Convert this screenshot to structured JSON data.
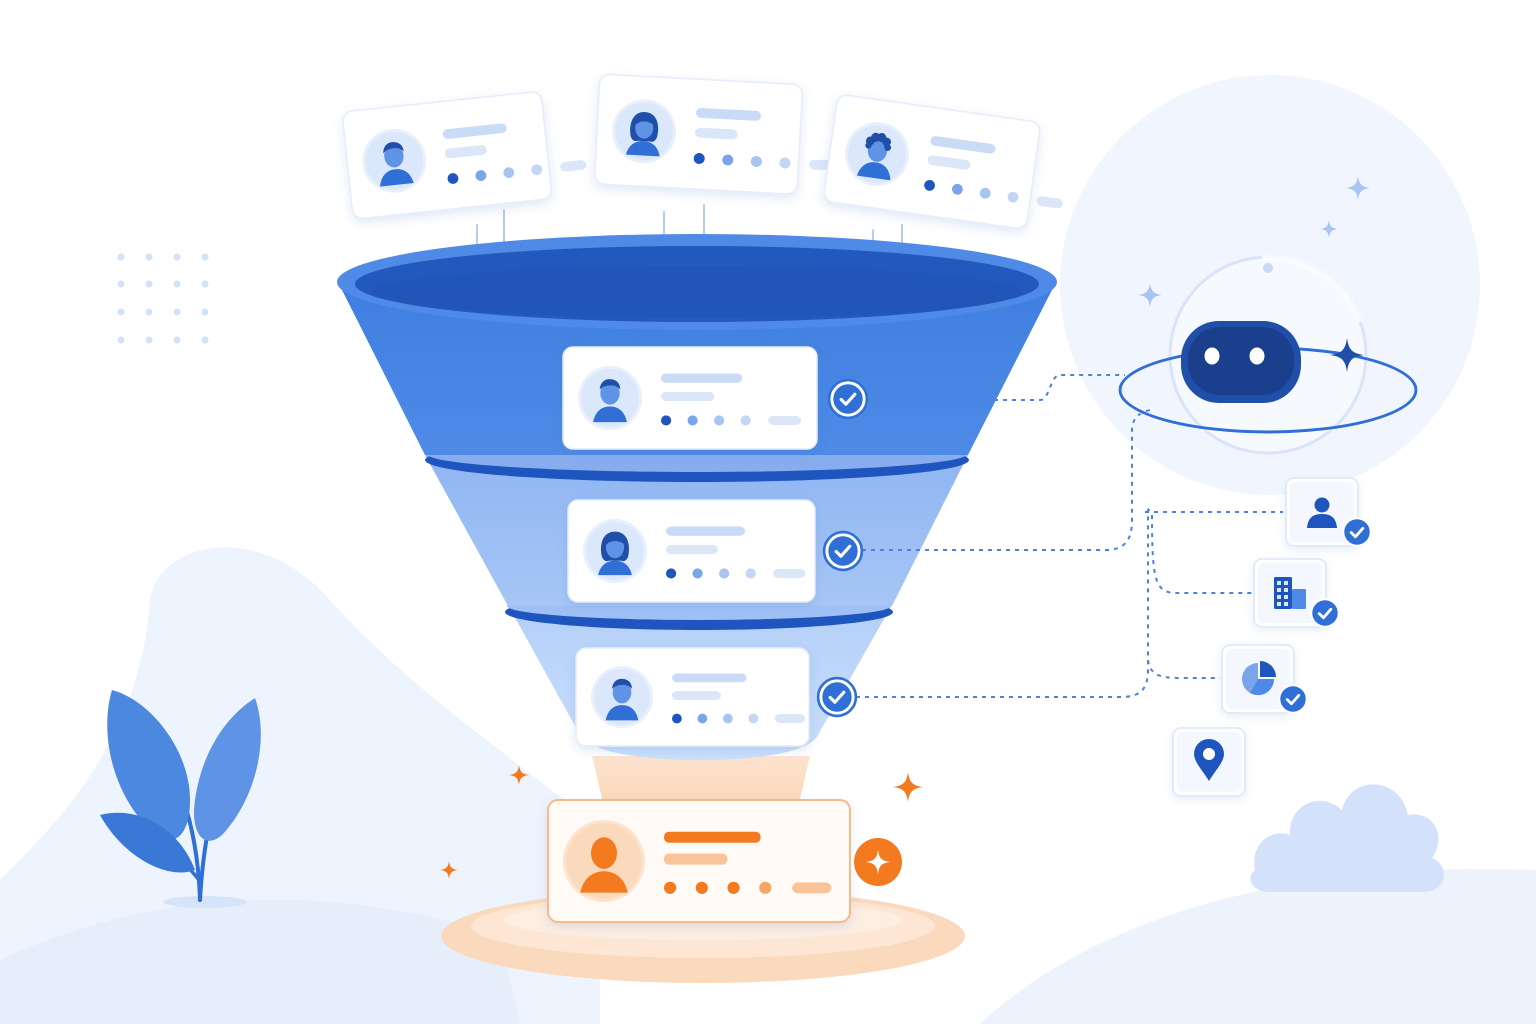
{
  "palette": {
    "primary": "#2f6fd6",
    "primary_dark": "#1f55bf",
    "primary_light": "#a8c8f7",
    "accent": "#f47a20",
    "accent_light": "#fbd9bd",
    "ring_blue": "#2f6fd6",
    "background_blob": "#eef4fd"
  },
  "scene": {
    "incoming_leads": [
      {
        "avatar": "man-avatar-icon",
        "tilt": "left"
      },
      {
        "avatar": "woman-avatar-icon",
        "tilt": "none"
      },
      {
        "avatar": "curly-hair-avatar-icon",
        "tilt": "right"
      }
    ],
    "funnel_stages": [
      {
        "avatar": "man-avatar-icon",
        "status": "check-icon"
      },
      {
        "avatar": "woman-avatar-icon",
        "status": "check-icon"
      },
      {
        "avatar": "man-avatar-icon",
        "status": "check-icon"
      }
    ],
    "qualified_lead": {
      "avatar": "person-silhouette-icon",
      "badge": "sparkle-icon"
    },
    "ai_assistant": {
      "icon": "robot-head-icon"
    },
    "enrichment_attributes": [
      {
        "icon": "user-icon",
        "verified": true
      },
      {
        "icon": "building-icon",
        "verified": true
      },
      {
        "icon": "pie-chart-icon",
        "verified": true
      },
      {
        "icon": "location-pin-icon",
        "verified": false
      }
    ]
  }
}
